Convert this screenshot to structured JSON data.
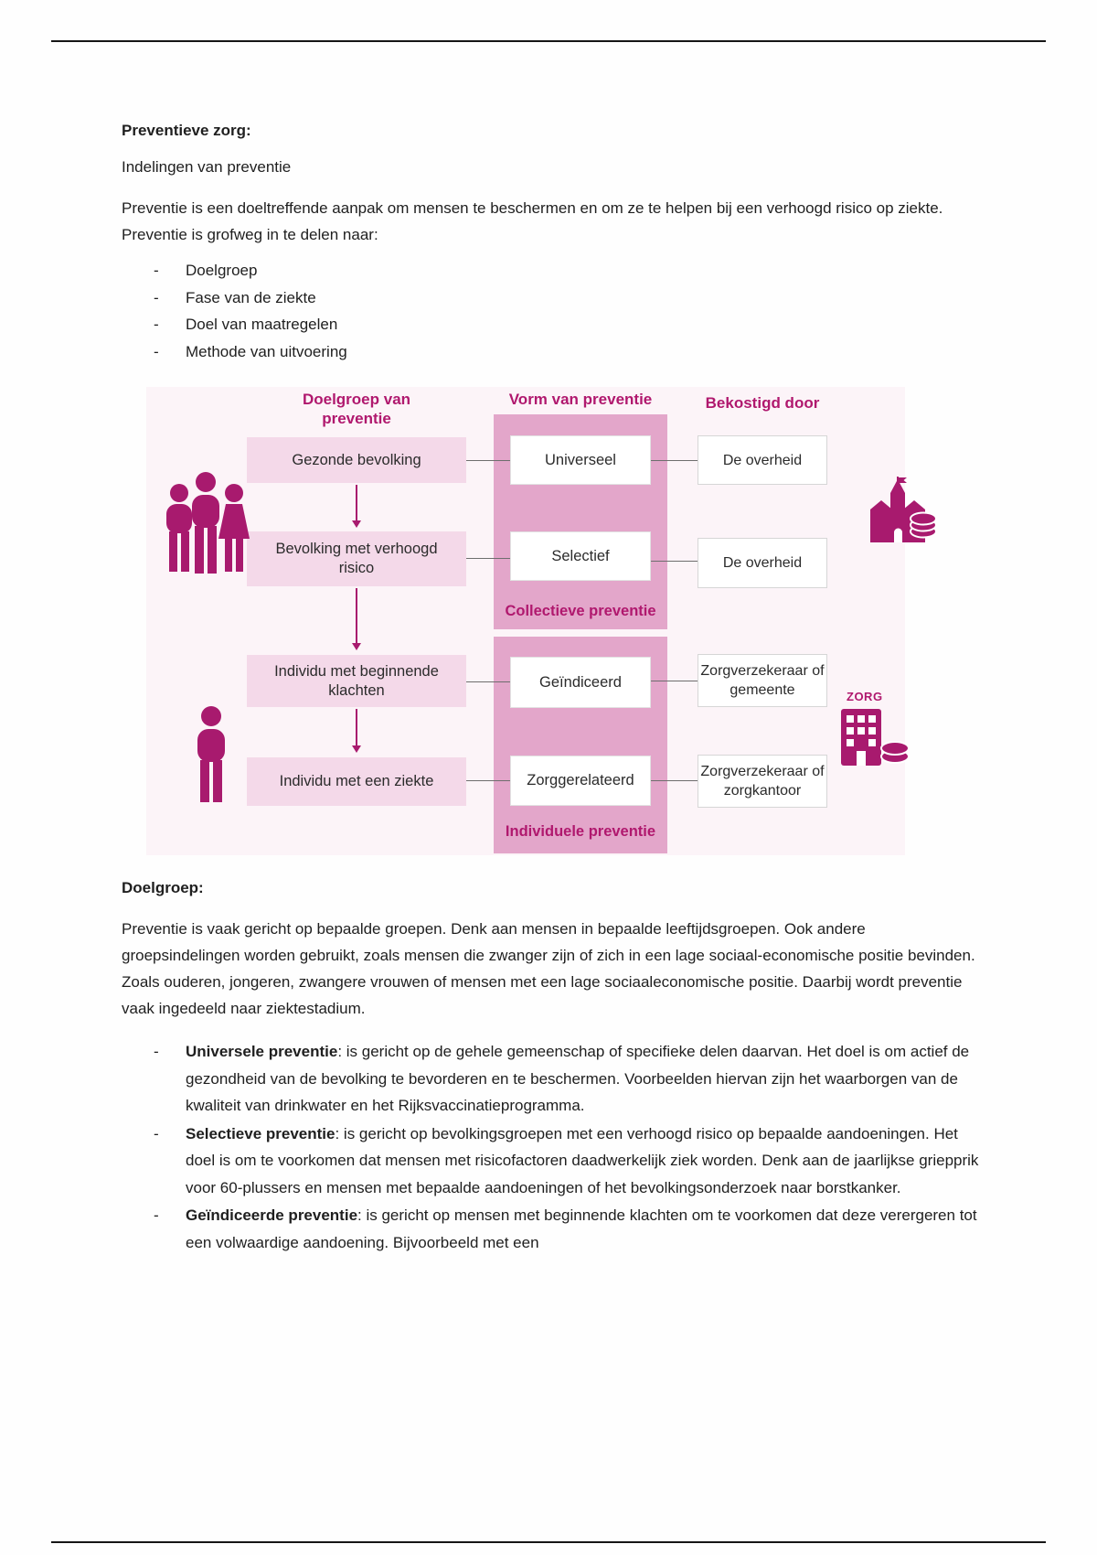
{
  "page": {
    "title_heading": "Preventieve zorg:",
    "subtitle": "Indelingen van preventie",
    "intro_paragraph": "Preventie is een doeltreffende aanpak om mensen te beschermen en om ze te helpen bij een verhoogd risico op ziekte. Preventie is grofweg in te delen naar:",
    "intro_bullets": [
      "Doelgroep",
      "Fase van de ziekte",
      "Doel van maatregelen",
      "Methode van uitvoering"
    ]
  },
  "diagram": {
    "col1_header": "Doelgroep van preventie",
    "col2_header": "Vorm van preventie",
    "col3_header": "Bekostigd door",
    "doelgroep_boxes": [
      "Gezonde bevolking",
      "Bevolking met verhoogd risico",
      "Individu met beginnende klachten",
      "Individu met een ziekte"
    ],
    "vorm_boxes": [
      "Universeel",
      "Selectief",
      "Geïndiceerd",
      "Zorggerelateerd"
    ],
    "group_labels": [
      "Collectieve  preventie",
      "Individuele preventie"
    ],
    "bekostigd_boxes": [
      "De overheid",
      "De overheid",
      "Zorgverzekeraar of gemeente",
      "Zorgverzekeraar of zorgkantoor"
    ],
    "zorg_label": "ZORG",
    "colors": {
      "accent": "#b0186e",
      "light_box": "#f4d9e9",
      "band": "#e3a6ca"
    }
  },
  "doelgroep_section": {
    "heading": "Doelgroep:",
    "paragraph": "Preventie is vaak gericht op bepaalde groepen. Denk aan mensen in bepaalde leeftijdsgroepen. Ook andere groepsindelingen worden gebruikt, zoals mensen die zwanger zijn of zich in een lage sociaal-economische positie bevinden. Zoals ouderen, jongeren, zwangere vrouwen of mensen met een lage sociaaleconomische positie. Daarbij wordt preventie vaak ingedeeld naar ziektestadium.",
    "bullets": [
      {
        "term": "Universele preventie",
        "text": ": is gericht op de gehele gemeenschap of specifieke delen daarvan. Het doel is om actief de gezondheid van de bevolking te bevorderen en te beschermen. Voorbeelden hiervan zijn het waarborgen van de kwaliteit van drinkwater en het Rijksvaccinatieprogramma."
      },
      {
        "term": "Selectieve preventie",
        "text": ": is gericht op bevolkingsgroepen met een verhoogd risico op bepaalde aandoeningen. Het doel is om te voorkomen dat mensen met risicofactoren daadwerkelijk ziek worden. Denk aan de jaarlijkse griepprik voor 60-plussers en mensen met bepaalde aandoeningen of het bevolkingsonderzoek naar borstkanker."
      },
      {
        "term": "Geïndiceerde preventie",
        "text": ": is gericht op mensen met beginnende klachten om te voorkomen dat deze verergeren tot een volwaardige aandoening. Bijvoorbeeld met een"
      }
    ]
  }
}
